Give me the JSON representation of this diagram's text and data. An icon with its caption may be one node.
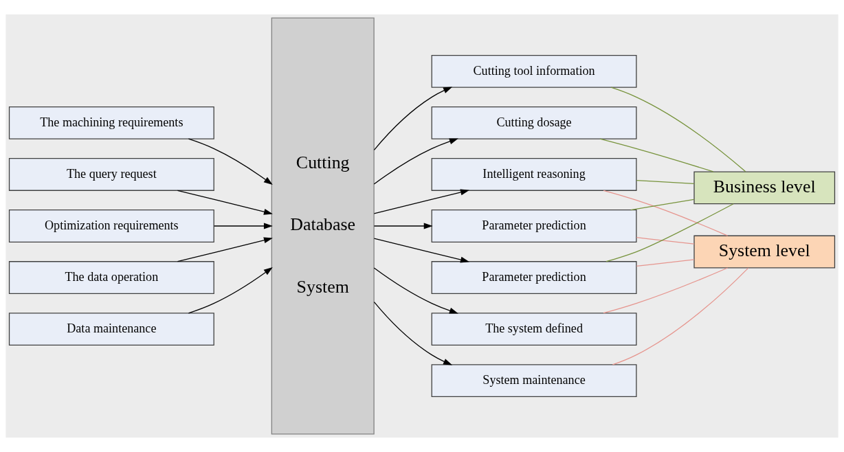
{
  "diagram": {
    "nodes": [
      {
        "text": [
          "The machining requirements"
        ]
      },
      {
        "text": [
          "The query request"
        ]
      },
      {
        "text": [
          "Optimization requirements"
        ]
      },
      {
        "text": [
          "The data operation"
        ]
      },
      {
        "text": [
          "Data maintenance"
        ]
      },
      {
        "text": [
          "Cutting Database System"
        ]
      },
      {
        "text": [
          "Cutting tool information"
        ]
      },
      {
        "text": [
          "Cutting dosage"
        ]
      },
      {
        "text": [
          "Intelligent reasoning"
        ]
      },
      {
        "text": [
          "Parameter prediction"
        ]
      },
      {
        "text": [
          "Parameter prediction"
        ]
      },
      {
        "text": [
          "The system defined"
        ]
      },
      {
        "text": [
          "System maintenance"
        ]
      },
      {
        "text": [
          "Business level"
        ]
      },
      {
        "text": [
          "System level"
        ]
      }
    ],
    "edges": [
      {
        "from": 0,
        "to": 5,
        "arrow": "to"
      },
      {
        "from": 1,
        "to": 5,
        "arrow": "to"
      },
      {
        "from": 2,
        "to": 5,
        "arrow": "to"
      },
      {
        "from": 3,
        "to": 5,
        "arrow": "to"
      },
      {
        "from": 4,
        "to": 5,
        "arrow": "to"
      },
      {
        "from": 5,
        "to": 6,
        "arrow": "to"
      },
      {
        "from": 5,
        "to": 7,
        "arrow": "to"
      },
      {
        "from": 5,
        "to": 8,
        "arrow": "to"
      },
      {
        "from": 5,
        "to": 9,
        "arrow": "to"
      },
      {
        "from": 5,
        "to": 10,
        "arrow": "to"
      },
      {
        "from": 5,
        "to": 11,
        "arrow": "to"
      },
      {
        "from": 5,
        "to": 12,
        "arrow": "to"
      },
      {
        "from": 6,
        "to": 13,
        "arrow": "none",
        "color": "#77933c"
      },
      {
        "from": 7,
        "to": 13,
        "arrow": "none",
        "color": "#77933c"
      },
      {
        "from": 8,
        "to": 13,
        "arrow": "none",
        "color": "#77933c"
      },
      {
        "from": 9,
        "to": 13,
        "arrow": "none",
        "color": "#77933c"
      },
      {
        "from": 10,
        "to": 13,
        "arrow": "none",
        "color": "#77933c"
      },
      {
        "from": 8,
        "to": 14,
        "arrow": "none",
        "color": "#e6958e"
      },
      {
        "from": 9,
        "to": 14,
        "arrow": "none",
        "color": "#e6958e"
      },
      {
        "from": 10,
        "to": 14,
        "arrow": "none",
        "color": "#e6958e"
      },
      {
        "from": 11,
        "to": 14,
        "arrow": "none",
        "color": "#e6958e"
      },
      {
        "from": 12,
        "to": 14,
        "arrow": "none",
        "color": "#e6958e"
      }
    ]
  }
}
